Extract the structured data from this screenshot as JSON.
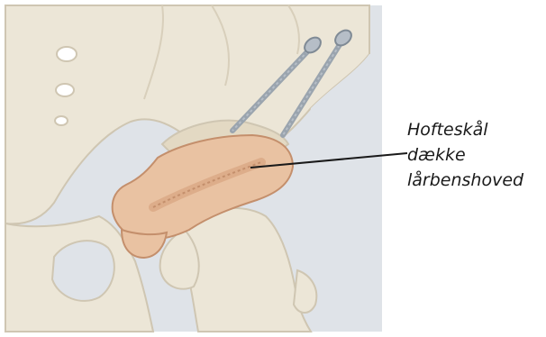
{
  "annotation": {
    "lines": [
      "Hofteskål",
      "dække",
      "lårbenshoved"
    ]
  },
  "colors": {
    "background": "#dfe3e8",
    "bone": "#ece6d7",
    "bone_outline": "#cfc6b2",
    "bone_shadow": "#d8cfbb",
    "implant": "#e9c2a2",
    "implant_shade": "#d9a884",
    "implant_outline": "#c48f6c",
    "screw": "#9aa4ae",
    "screw_head": "#b6bec7",
    "ink": "#1a1a1a"
  }
}
